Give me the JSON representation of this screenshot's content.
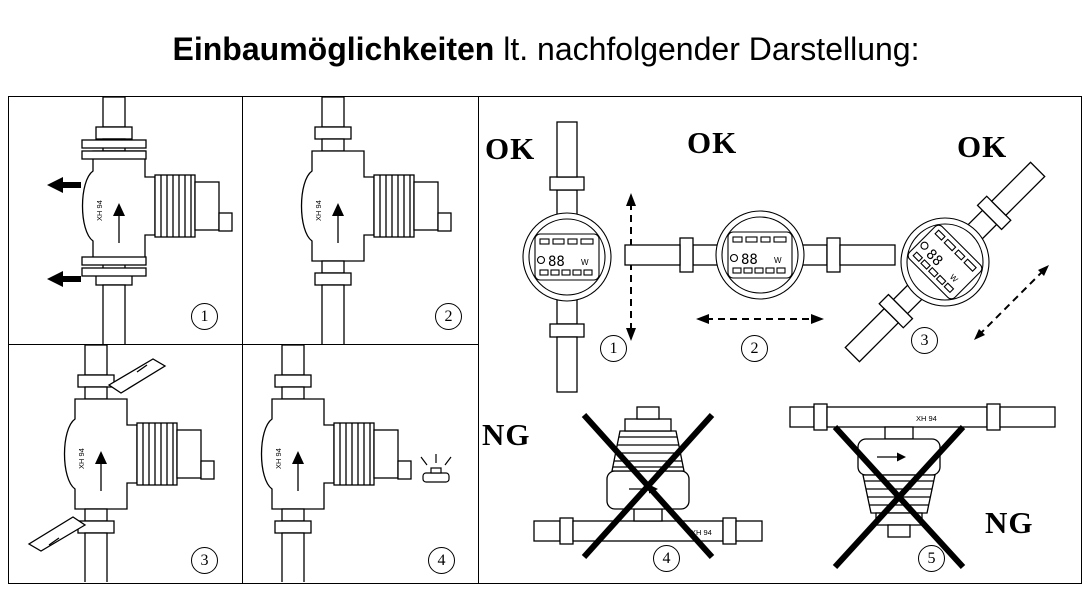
{
  "title": {
    "bold": "Einbaumöglichkeiten",
    "rest": " lt. nachfolgender Darstellung:"
  },
  "pump": {
    "side_label": "XH 94",
    "display_value": "88",
    "display_unit": "W"
  },
  "left_panels": [
    {
      "number": "1",
      "feature": "flanged-connections-with-flow-arrows"
    },
    {
      "number": "2",
      "feature": "union-connections"
    },
    {
      "number": "3",
      "feature": "shut-off-valve-levers"
    },
    {
      "number": "4",
      "feature": "indicator-light"
    }
  ],
  "right_panel": {
    "correct": [
      {
        "label": "OK",
        "number": "1",
        "arrow": "vertical-double-dashed-arrow"
      },
      {
        "label": "OK",
        "number": "2",
        "arrow": "horizontal-double-dashed-arrow"
      },
      {
        "label": "OK",
        "number": "3",
        "arrow": "diagonal-double-dashed-arrow"
      }
    ],
    "incorrect": [
      {
        "label": "NG",
        "number": "4",
        "mark": "x-cross"
      },
      {
        "label": "NG",
        "number": "5",
        "mark": "x-cross"
      }
    ]
  }
}
